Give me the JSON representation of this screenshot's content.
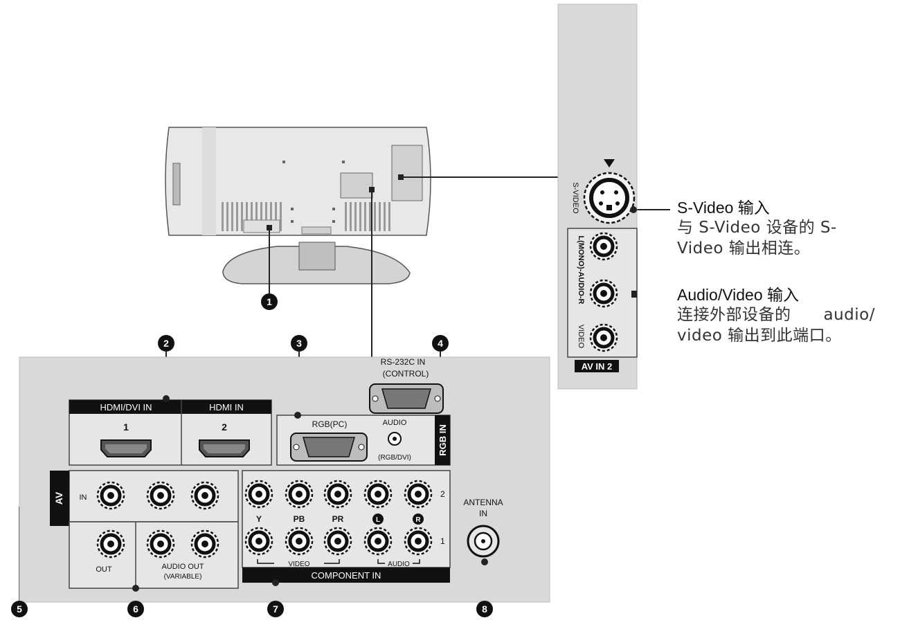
{
  "callouts": [
    "1",
    "2",
    "3",
    "4",
    "5",
    "6",
    "7",
    "8"
  ],
  "main_panel": {
    "hdmi_header_1": "HDMI/DVI IN",
    "hdmi_header_2": "HDMI IN",
    "hdmi_num_1": "1",
    "hdmi_num_2": "2",
    "rs232_line1": "RS-232C IN",
    "rs232_line2": "(CONTROL)",
    "rgb_pc": "RGB(PC)",
    "audio_label": "AUDIO",
    "audio_sub": "(RGB/DVI)",
    "rgb_in_vertical": "RGB IN",
    "av_vertical": "AV",
    "av_in_label": "IN",
    "av_out_label": "OUT",
    "audio_out_line1": "AUDIO OUT",
    "audio_out_line2": "(VARIABLE)",
    "comp_y": "Y",
    "comp_pb": "PB",
    "comp_pr": "PR",
    "comp_l": "L",
    "comp_r": "R",
    "comp_row2": "2",
    "comp_row1": "1",
    "comp_video": "VIDEO",
    "comp_audio": "AUDIO",
    "component_in": "COMPONENT IN",
    "antenna_line1": "ANTENNA",
    "antenna_line2": "IN"
  },
  "side_panel": {
    "svideo_vertical": "S-VIDEO",
    "lr_vertical": "L(MONO)-AUDIO-R",
    "video_vertical": "VIDEO",
    "av_in_2": "AV IN 2"
  },
  "descriptions": {
    "svideo_title": "S-Video 输入",
    "svideo_body_1": "与 S-Video 设备的 S-",
    "svideo_body_2": "Video 输出相连。",
    "av_title": "Audio/Video 输入",
    "av_body_1": "连接外部设备的　　audio/",
    "av_body_2": "video 输出到此端口。"
  },
  "colors": {
    "panel": "#d9d9d9",
    "label_bg": "#111111",
    "line": "#222222",
    "tv": "#e6e6e6"
  }
}
